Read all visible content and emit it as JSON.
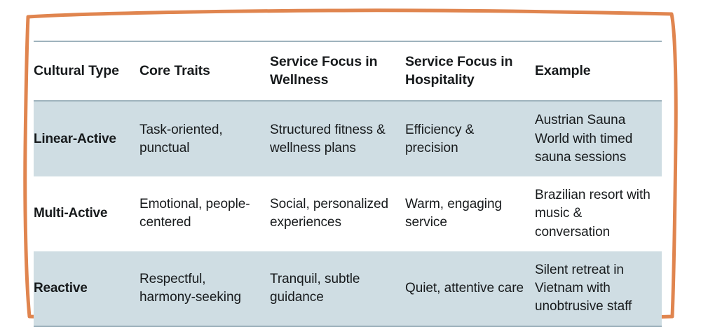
{
  "frame": {
    "border_color": "#e0854f",
    "style": "hand-drawn-rectangle"
  },
  "table": {
    "rule_color": "#9fb3bd",
    "shaded_row_color": "#cfdde3",
    "text_color": "#171a1c",
    "columns": [
      "Cultural Type",
      "Core Traits",
      "Service Focus in Wellness",
      "Service Focus in Hospitality",
      "Example"
    ],
    "rows": [
      {
        "shaded": true,
        "cultural_type": "Linear-Active",
        "core_traits": "Task-oriented, punctual",
        "service_focus_wellness": "Structured fitness & wellness plans",
        "service_focus_hospitality": "Efficiency & precision",
        "example": "Austrian Sauna World with timed sauna sessions"
      },
      {
        "shaded": false,
        "cultural_type": "Multi-Active",
        "core_traits": "Emotional, people-centered",
        "service_focus_wellness": "Social, personalized experiences",
        "service_focus_hospitality": "Warm, engaging service",
        "example": "Brazilian resort with music & conversation"
      },
      {
        "shaded": true,
        "cultural_type": "Reactive",
        "core_traits": "Respectful, harmony-seeking",
        "service_focus_wellness": "Tranquil, subtle guidance",
        "service_focus_hospitality": "Quiet, attentive care",
        "example": "Silent retreat in Vietnam with unobtrusive staff"
      }
    ]
  }
}
